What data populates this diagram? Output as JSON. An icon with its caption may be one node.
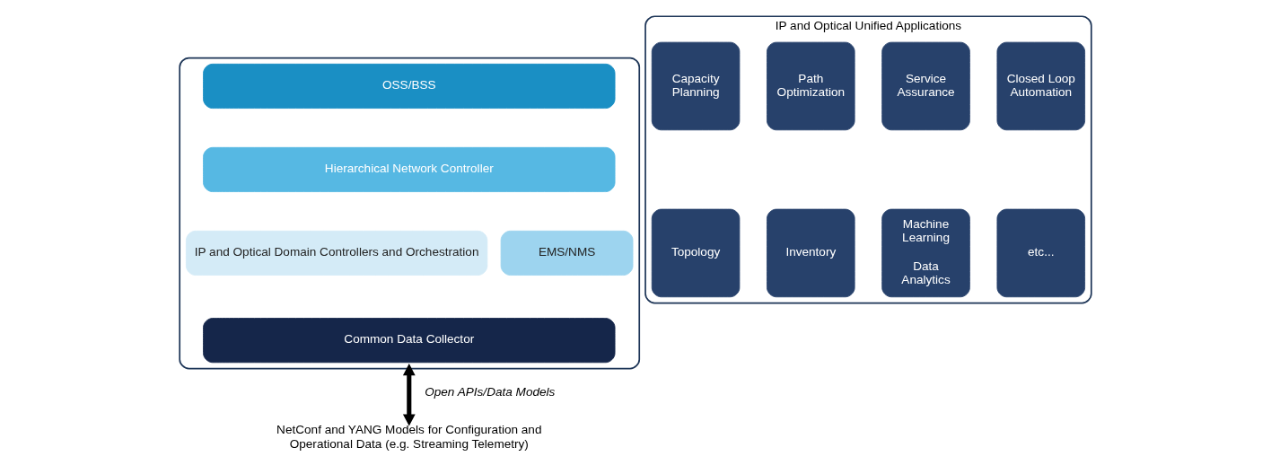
{
  "diagram": {
    "nodes": [
      {
        "text": [],
        "shape": "box"
      },
      {
        "text": [
          "OSS/BSS"
        ],
        "in": 0
      },
      {
        "text": [
          "Hierarchical Network Controller"
        ],
        "in": 0
      },
      {
        "text": [
          "IP and Optical Domain Controllers and Orchestration"
        ],
        "in": 0
      },
      {
        "text": [
          "EMS/NMS"
        ],
        "in": 0
      },
      {
        "text": [
          "Common Data Collector"
        ],
        "in": 0
      },
      {
        "text": [
          "IP and Optical Unified Applications"
        ]
      },
      {
        "text": [
          "Capacity Planning"
        ],
        "in": 6
      },
      {
        "text": [
          "Path Optimization"
        ],
        "in": 6
      },
      {
        "text": [
          "Service Assurance"
        ],
        "in": 6
      },
      {
        "text": [
          "Closed Loop Automation"
        ],
        "in": 6
      },
      {
        "text": [
          "Topology"
        ],
        "in": 6
      },
      {
        "text": [
          "Inventory"
        ],
        "in": 6
      },
      {
        "text": [
          "Machine Learning",
          "Data Analytics"
        ],
        "in": 6
      },
      {
        "text": [
          "etc..."
        ],
        "in": 6
      },
      {
        "text": [
          "NetConf and YANG Models for Configuration and Operational Data (e.g. Streaming Telemetry)"
        ]
      }
    ],
    "edges": [
      {
        "from": 0,
        "to": 15,
        "arrow": "both",
        "label": "Open APIs/Data Models"
      }
    ]
  }
}
